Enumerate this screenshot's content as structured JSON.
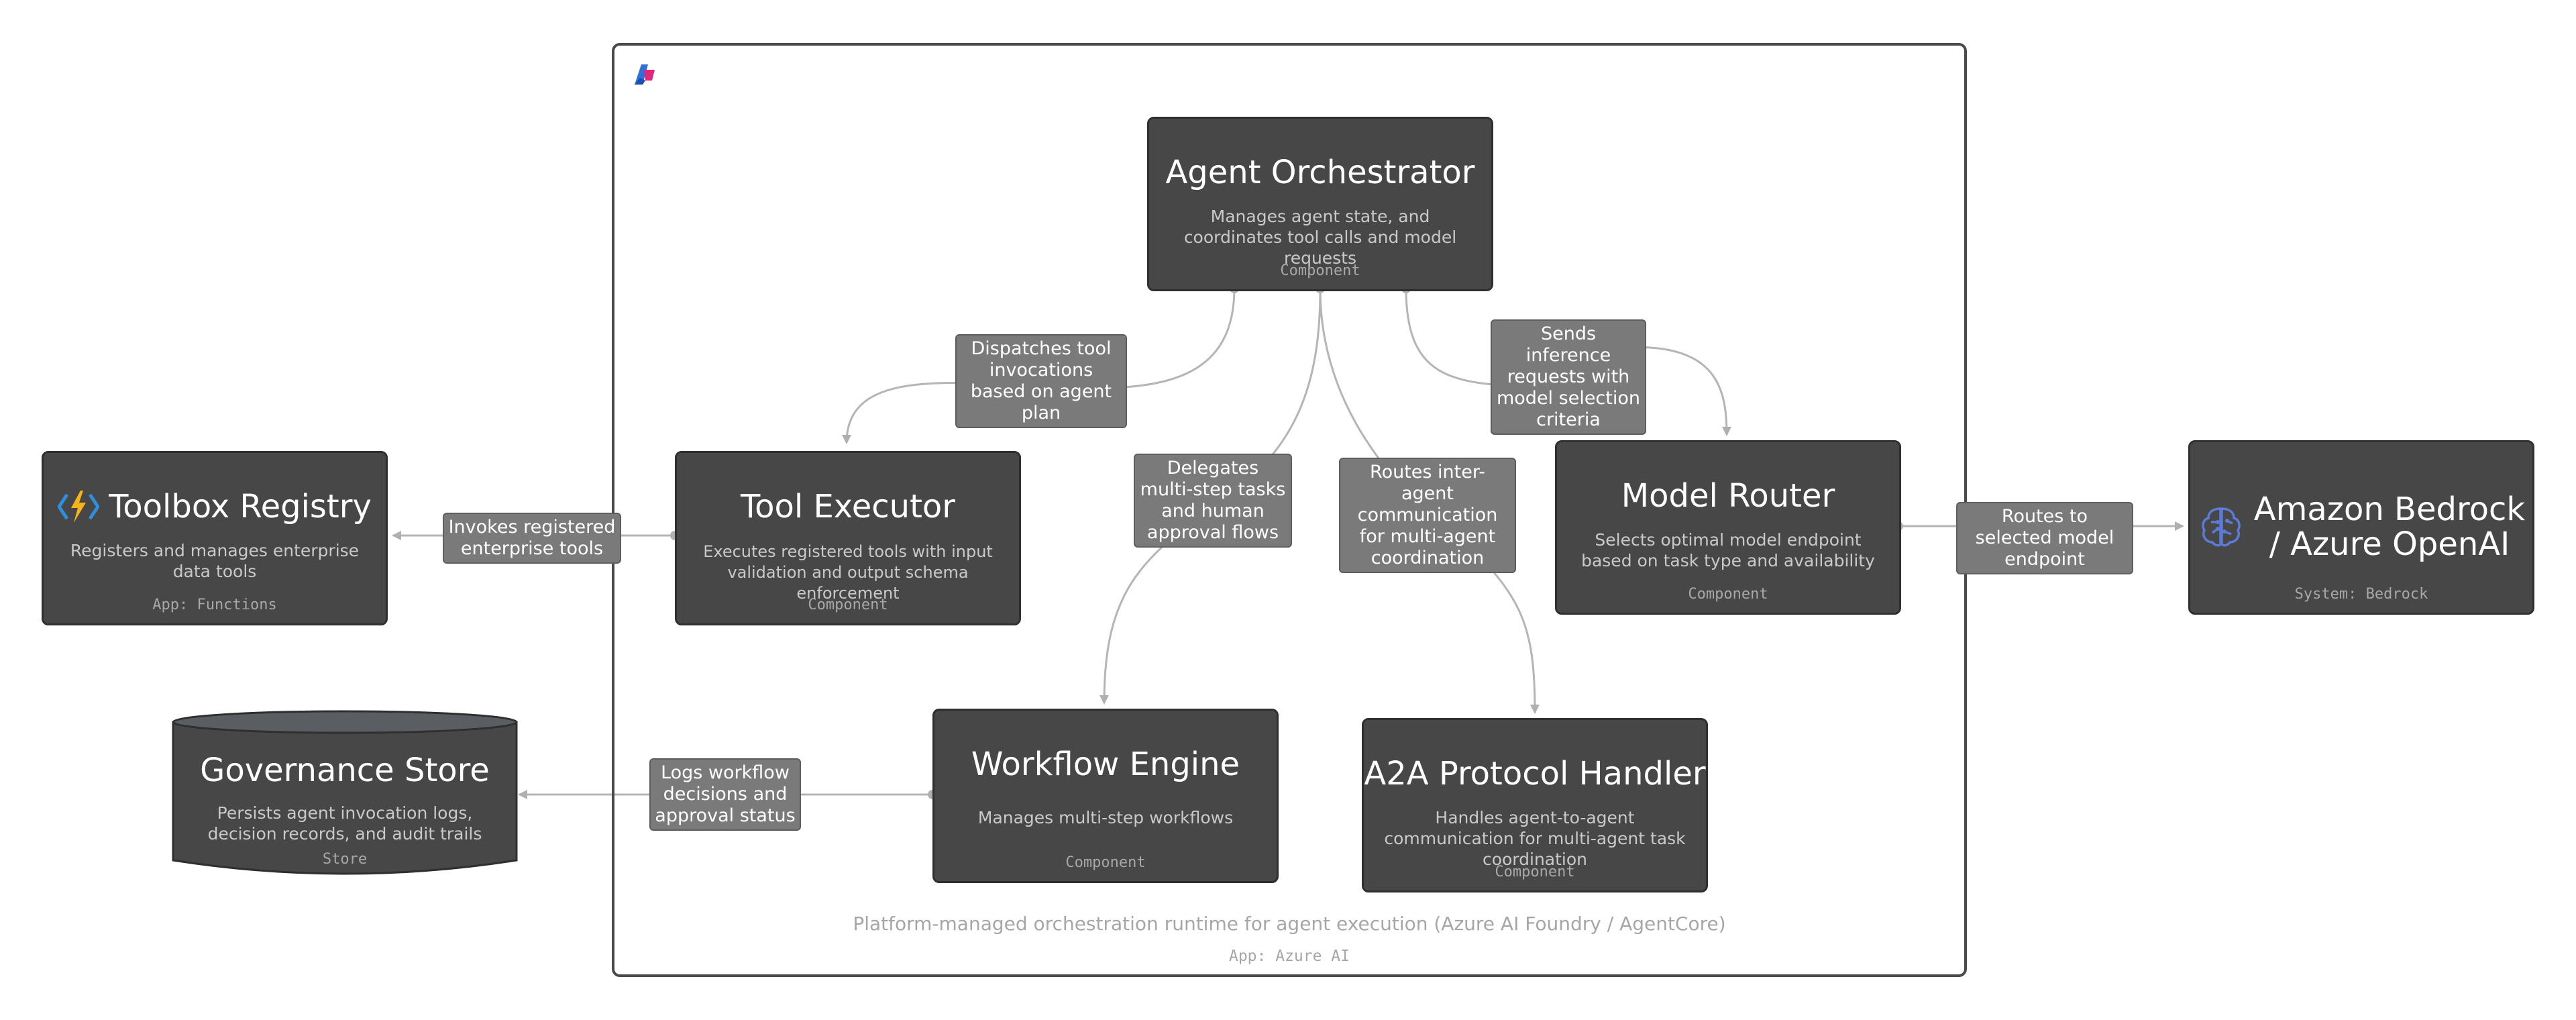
{
  "boundary": {
    "description": "Platform-managed orchestration runtime for agent execution (Azure AI Foundry / AgentCore)",
    "tag": "App: Azure AI",
    "icon": "azure-ai-foundry-icon"
  },
  "nodes": {
    "orchestrator": {
      "title": "Agent Orchestrator",
      "desc": "Manages agent state, and coordinates tool calls and model requests",
      "tag": "Component"
    },
    "tool_executor": {
      "title": "Tool Executor",
      "desc": "Executes registered tools with input validation and output schema enforcement",
      "tag": "Component"
    },
    "model_router": {
      "title": "Model Router",
      "desc": "Selects optimal model endpoint based on task type and availability",
      "tag": "Component"
    },
    "workflow_engine": {
      "title": "Workflow Engine",
      "desc": "Manages multi-step workflows",
      "tag": "Component"
    },
    "a2a_handler": {
      "title": "A2A Protocol Handler",
      "desc": "Handles agent-to-agent communication for multi-agent task coordination",
      "tag": "Component"
    },
    "toolbox_registry": {
      "title": "Toolbox Registry",
      "desc": "Registers and manages enterprise data tools",
      "tag": "App: Functions",
      "icon": "azure-functions-icon"
    },
    "governance_store": {
      "title": "Governance Store",
      "desc": "Persists agent invocation logs, decision records, and audit trails",
      "tag": "Store"
    },
    "bedrock": {
      "title_line1": "Amazon Bedrock",
      "title_line2": "/ Azure OpenAI",
      "tag": "System: Bedrock",
      "icon": "bedrock-brain-icon"
    }
  },
  "edges": {
    "dispatch": "Dispatches tool invocations based on agent plan",
    "inference": "Sends inference requests with model selection criteria",
    "delegates": "Delegates multi-step tasks and human approval flows",
    "routes_a2a": "Routes inter-agent communication for multi-agent coordination",
    "invokes": "Invokes registered enterprise tools",
    "routes_model": "Routes to selected model endpoint",
    "logs": "Logs workflow decisions and approval status"
  },
  "colors": {
    "node_fill": "#474747",
    "label_fill": "#7a7a7a",
    "edge": "#b0b0b0",
    "boundary": "#4a4a4a"
  }
}
